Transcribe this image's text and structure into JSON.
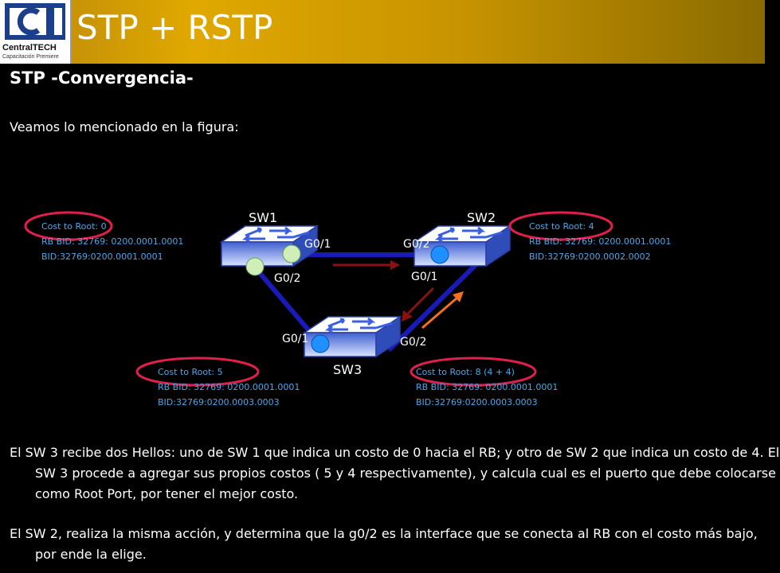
{
  "header": {
    "title": "STP + RSTP",
    "logo_text": "CentralTECH",
    "logo_subtitle": "Capacitación Premiere"
  },
  "section": {
    "subtitle": "STP -Convergencia-",
    "intro": "Veamos lo mencionado en la figura:"
  },
  "diagram": {
    "switches": [
      {
        "name": "SW1"
      },
      {
        "name": "SW2"
      },
      {
        "name": "SW3"
      }
    ],
    "ports": {
      "sw1_g01": "G0/1",
      "sw1_g02": "G0/2",
      "sw2_g02": "G0/2",
      "sw2_g01": "G0/1",
      "sw3_g01": "G0/1",
      "sw3_g02": "G0/2"
    },
    "info": {
      "sw1": [
        "Cost to Root: 0",
        "RB BID: 32769: 0200.0001.0001",
        "BID:32769:0200.0001.0001"
      ],
      "sw2": [
        "Cost to Root: 4",
        "RB BID: 32769: 0200.0001.0001",
        "BID:32769:0200.0002.0002"
      ],
      "sw3_left": [
        "Cost to Root: 5",
        "RB BID: 32769: 0200.0001.0001",
        "BID:32769:0200.0003.0003"
      ],
      "sw3_right": [
        "Cost to Root: 8 (4 + 4)",
        "RB BID: 32769: 0200.0001.0001",
        "BID:32769:0200.0003.0003"
      ]
    },
    "colors": {
      "link": "#1a1ab8",
      "info_text": "#4aa8e8",
      "circle_outline": "#e0204a",
      "port_green": "#cfeeb8",
      "port_blue": "#1e90ff",
      "arrow_dark_red": "#8b1010",
      "arrow_orange": "#f07020"
    }
  },
  "paragraphs": [
    "El SW 3 recibe dos Hellos: uno de SW 1 que indica un costo de 0 hacia el RB; y otro de SW 2 que indica un costo de 4. El SW 3 procede a agregar  sus propios costos ( 5 y 4 respectivamente), y calcula cual es el puerto que debe colocarse como Root Port, por tener el mejor costo.",
    "El SW 2, realiza la misma acción, y determina que la g0/2 es la interface que se conecta al RB con el costo más bajo, por ende la elige."
  ]
}
